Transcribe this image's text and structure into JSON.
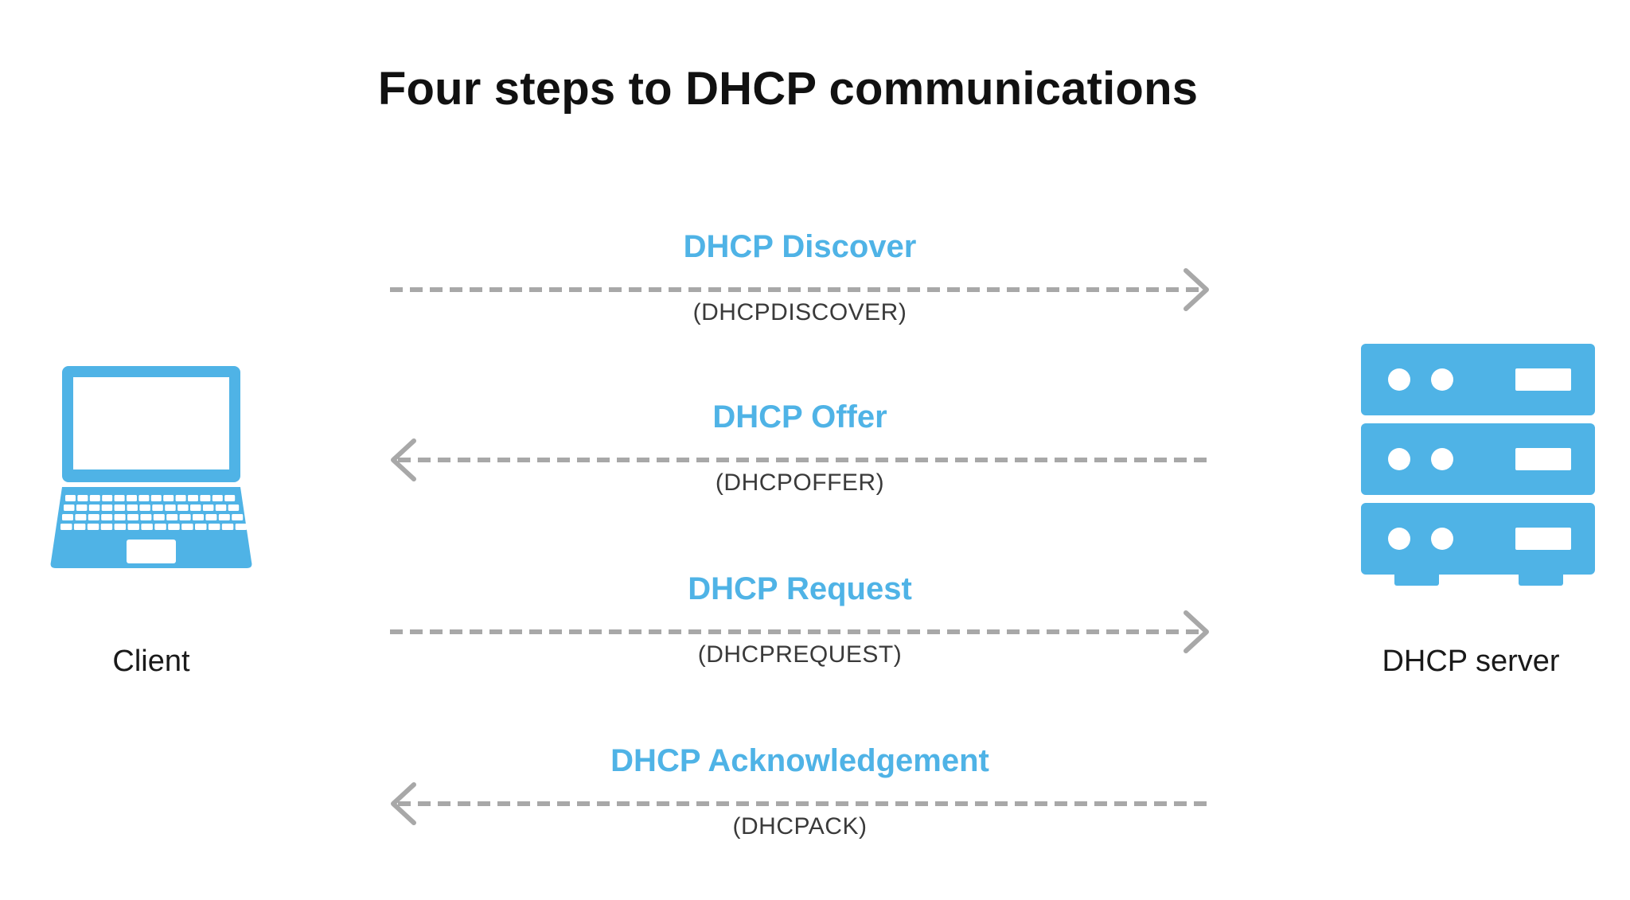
{
  "title": "Four steps to DHCP communications",
  "colors": {
    "accent": "#4fb3e6",
    "arrow": "#a8a8a8",
    "title": "#111111"
  },
  "client": {
    "label": "Client",
    "icon": "laptop-icon"
  },
  "server": {
    "label": "DHCP server",
    "icon": "server-rack-icon"
  },
  "steps": [
    {
      "label": "DHCP Discover",
      "code": "(DHCPDISCOVER)",
      "direction": "client-to-server"
    },
    {
      "label": "DHCP Offer",
      "code": "(DHCPOFFER)",
      "direction": "server-to-client"
    },
    {
      "label": "DHCP Request",
      "code": "(DHCPREQUEST)",
      "direction": "client-to-server"
    },
    {
      "label": "DHCP Acknowledgement",
      "code": "(DHCPACK)",
      "direction": "server-to-client"
    }
  ]
}
